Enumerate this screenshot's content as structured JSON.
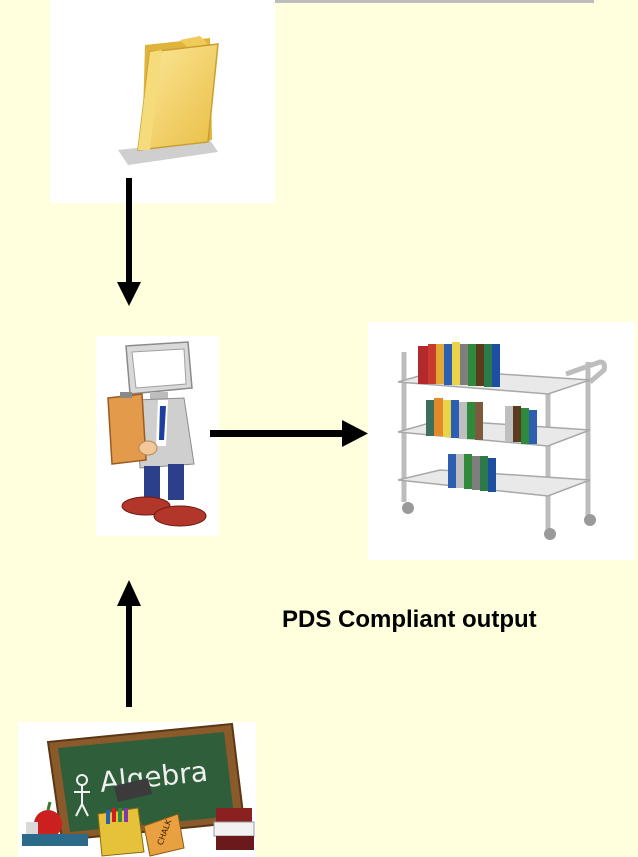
{
  "caption": "PDS Compliant output",
  "board_text": "Algebra",
  "chalk_text": "CHALK",
  "icons": {
    "source": "folder-icon",
    "processor": "computer-person-icon",
    "output": "bookshelf-cart-icon",
    "input": "chalkboard-icon"
  },
  "colors": {
    "background": "#FFFFDD",
    "arrow": "#000000",
    "folder": "#F2D16B",
    "board": "#2F5E3A"
  }
}
